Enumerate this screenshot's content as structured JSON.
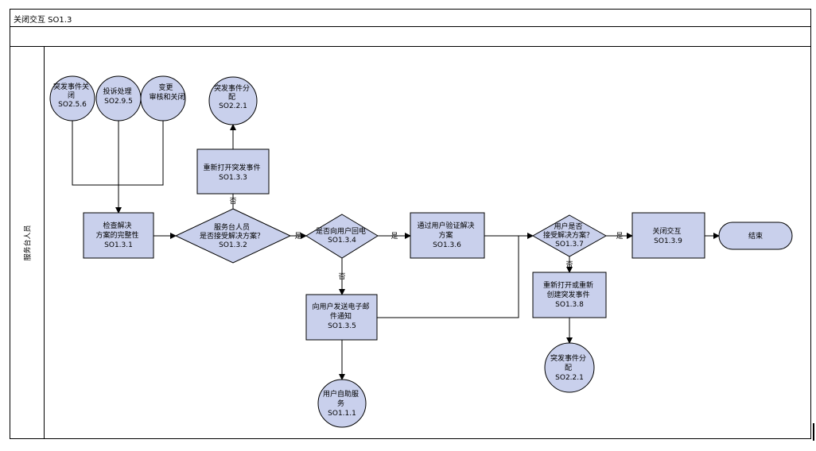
{
  "title": "关闭交互 SO1.3",
  "lane_label": "服务台人员",
  "colors": {
    "fill": "#c9d0ec",
    "stroke": "#000000",
    "line": "#000000"
  },
  "nodes": {
    "n_closeevent": [
      "突发事件关",
      "闭",
      "SO2.5.6"
    ],
    "n_complaint": [
      "投诉处理",
      "SO2.9.5"
    ],
    "n_change": [
      "变更",
      "审核和关闭"
    ],
    "n_dispatch_top": [
      "突发事件分",
      "配",
      "SO2.2.1"
    ],
    "n_reopen": [
      "重新打开突发事件",
      "SO1.3.3"
    ],
    "n_check": [
      "检查解决",
      "方案的完整性",
      "SO1.3.1"
    ],
    "n_accept_agent": [
      "服务台人员",
      "是否接受解决方案？",
      "SO1.3.2"
    ],
    "n_callback": [
      "是否向用户回电",
      "SO1.3.4"
    ],
    "n_verify": [
      "通过用户验证解决",
      "方案",
      "SO1.3.6"
    ],
    "n_user_accept": [
      "用户是否",
      "接受解决方案？",
      "SO1.3.7"
    ],
    "n_close": [
      "关闭交互",
      "SO1.3.9"
    ],
    "n_end": [
      "结束"
    ],
    "n_reopen2": [
      "重新打开或重新",
      "创建突发事件",
      "SO1.3.8"
    ],
    "n_dispatch_bottom": [
      "突发事件分",
      "配",
      "SO2.2.1"
    ],
    "n_email": [
      "向用户发送电子邮",
      "件通知",
      "SO1.3.5"
    ],
    "n_selfservice": [
      "用户自助服",
      "务",
      "SO1.1.1"
    ]
  },
  "edge_labels": {
    "no1": "否",
    "yes1": "是",
    "yes2": "是",
    "no2": "否",
    "yes3": "是",
    "no3": "否"
  }
}
